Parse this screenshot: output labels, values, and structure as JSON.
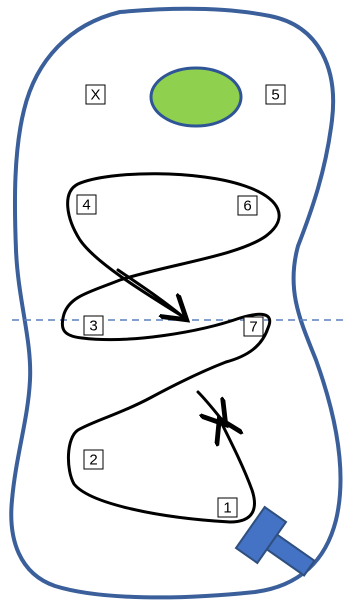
{
  "colors": {
    "outline": "#3A5F9A",
    "path": "#000000",
    "ellipse_fill": "#8FD14F",
    "ellipse_stroke": "#2F5597",
    "dashed_line": "#5B7FBE",
    "tool_fill": "#4472C4",
    "tool_stroke": "#2F4F7F"
  },
  "labels": {
    "x": "X",
    "five": "5",
    "four": "4",
    "six": "6",
    "three": "3",
    "seven": "7",
    "two": "2",
    "one": "1"
  }
}
